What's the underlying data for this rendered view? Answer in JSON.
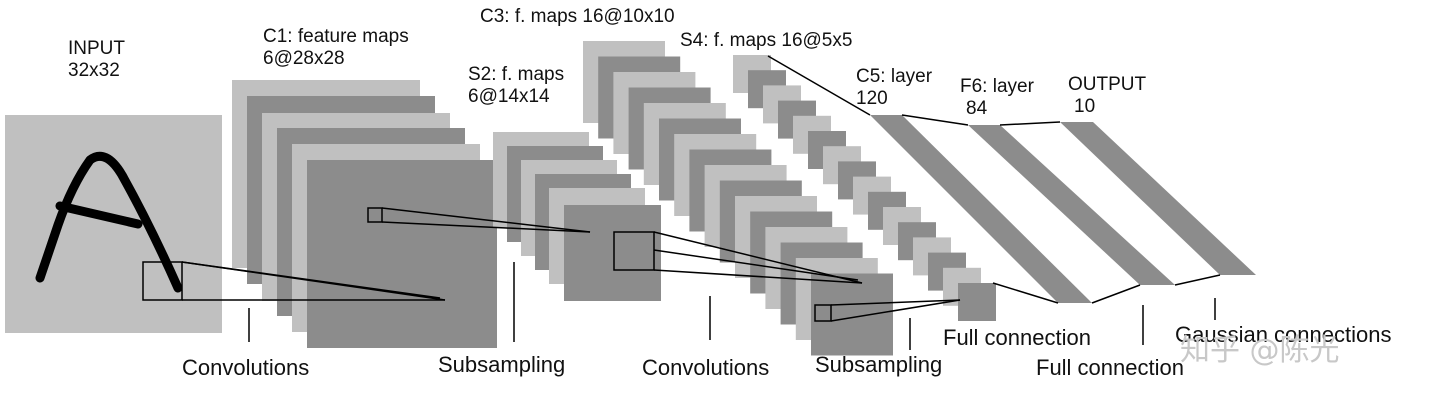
{
  "labels": {
    "input": [
      "INPUT",
      "32x32"
    ],
    "c1": [
      "C1: feature maps",
      "6@28x28"
    ],
    "s2": [
      "S2: f. maps",
      "6@14x14"
    ],
    "c3": "C3: f. maps 16@10x10",
    "s4": "S4: f. maps 16@5x5",
    "c5": [
      "C5: layer",
      "120"
    ],
    "f6": [
      "F6: layer",
      "84"
    ],
    "output": [
      "OUTPUT",
      "10"
    ]
  },
  "operations": {
    "conv1": "Convolutions",
    "sub1": "Subsampling",
    "conv2": "Convolutions",
    "sub2": "Subsampling",
    "full1": "Full connection",
    "full2": "Full connection",
    "gauss": "Gaussian connections"
  },
  "input_glyph": "A",
  "watermark": "知乎 @陈光",
  "colors": {
    "light": "#c0c0c0",
    "dark": "#8c8c8c",
    "line": "#000000"
  }
}
